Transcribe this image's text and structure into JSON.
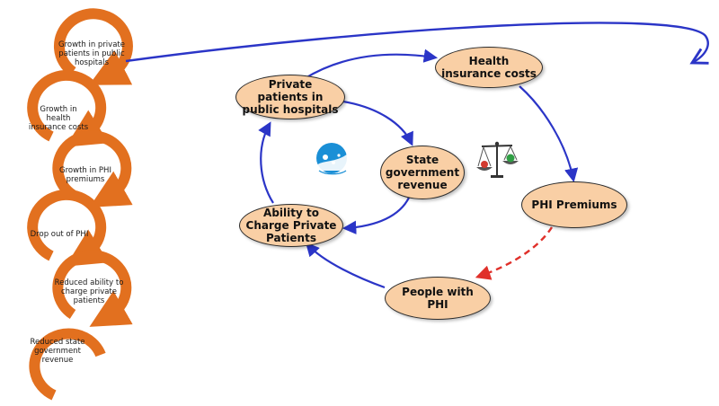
{
  "steps": [
    {
      "label": "Growth in private patients in public hospitals"
    },
    {
      "label": "Growth in health insurance costs"
    },
    {
      "label": "Growth in PHI premiums"
    },
    {
      "label": "Drop out of PHI"
    },
    {
      "label": "Reduced ability to charge private patients"
    },
    {
      "label": "Reduced state government revenue"
    }
  ],
  "nodes": {
    "private_patients": "Private patients in public hospitals",
    "health_insurance_costs": "Health insurance costs",
    "state_revenue": "State government revenue",
    "phi_premiums": "PHI Premiums",
    "ability_to_charge": "Ability to Charge Private Patients",
    "people_with_phi": "People with PHI"
  },
  "icons": [
    "hospital-logo-icon",
    "balance-scale-icon"
  ],
  "colors": {
    "ring": "#e2701f",
    "node_fill": "#f9cfa5",
    "arrow": "#2b35c7",
    "dashed_arrow": "#e0302a"
  }
}
